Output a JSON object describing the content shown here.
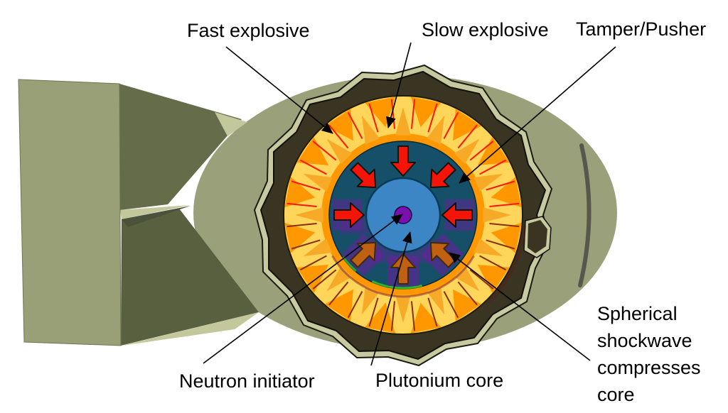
{
  "labels": {
    "fast_explosive": "Fast explosive",
    "slow_explosive": "Slow explosive",
    "tamper_pusher": "Tamper/Pusher",
    "neutron_initiator": "Neutron initiator",
    "plutonium_core": "Plutonium core",
    "shockwave": [
      "Spherical",
      "shockwave",
      "compresses",
      "core"
    ]
  },
  "colors": {
    "background": "#ffffff",
    "body_olive": "#9aa17a",
    "tail_face": "#99a078",
    "tail_dark": "#656c4a",
    "tail_dark2": "#596040",
    "tail_shadow": "#4b523a",
    "tail_light": "#c3c89c",
    "casing_dark": "#3a3422",
    "casing_outline": "#c7caa0",
    "lens_yellow": "#ffd65a",
    "lens_orange": "#ff9800",
    "lens_ray": "#f7a928",
    "tamper_navy": "#154f68",
    "core_blue": "#3d86c6",
    "initiator_purple": "#7c10ae",
    "arrow_red": "#f51408",
    "arrow_dark": "#c06013",
    "line_red": "#ff1500",
    "line_dark": "#8a2f05",
    "artifact_purple": "#8013a8",
    "artifact_maroon": "#6b1040",
    "artifact_green": "#3ecf1a",
    "seam_gray": "#53534b",
    "label_black": "#000000"
  }
}
